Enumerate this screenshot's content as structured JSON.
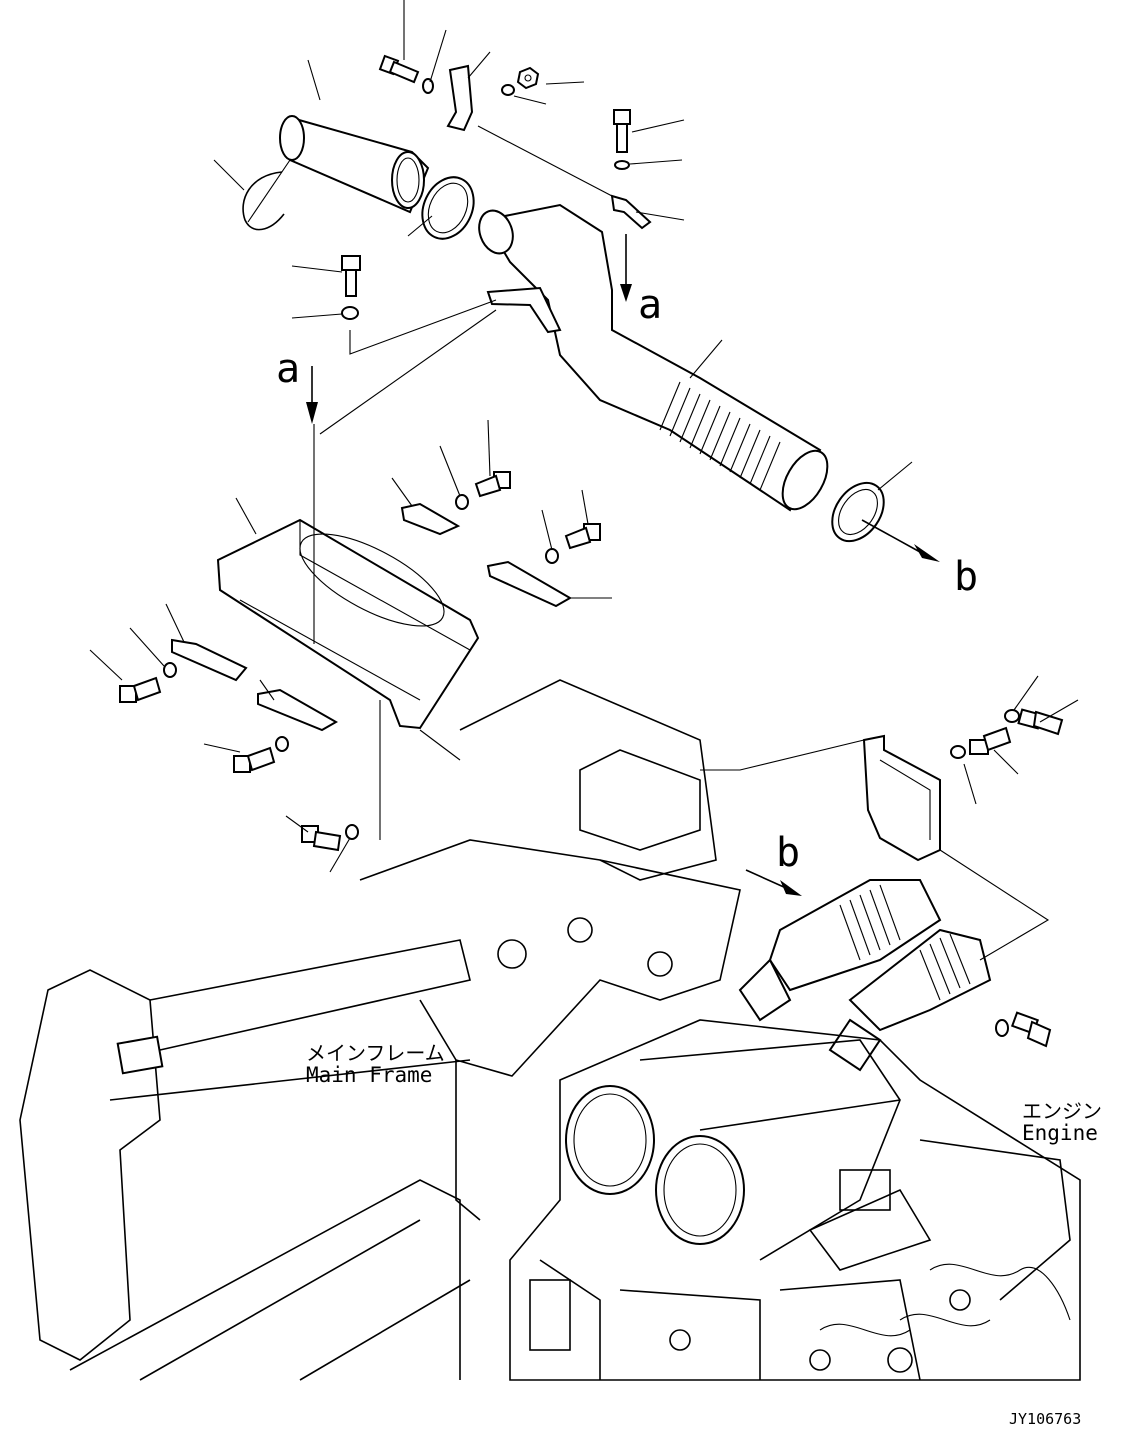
{
  "markers": {
    "a": "a",
    "b": "b"
  },
  "labels": {
    "main_frame_jp": "メインフレーム",
    "main_frame_en": "Main Frame",
    "engine_jp": "エンジン",
    "engine_en": "Engine"
  },
  "drawing_id": "JY106763",
  "colors": {
    "line": "#000000",
    "background": "#ffffff"
  }
}
